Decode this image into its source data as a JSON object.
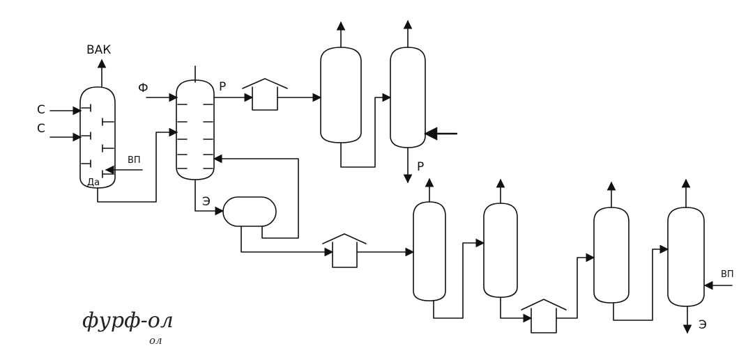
{
  "labels": {
    "vak": "ВАК",
    "c1": "С",
    "c2": "С",
    "vp1": "ВП",
    "da": "Да",
    "f": "Ф",
    "p_top": "Р",
    "p_bottom": "Р",
    "e1": "Э",
    "vp2": "ВП",
    "e2": "Э"
  },
  "caption": {
    "main": "фурф-ол",
    "sub": "ол"
  }
}
